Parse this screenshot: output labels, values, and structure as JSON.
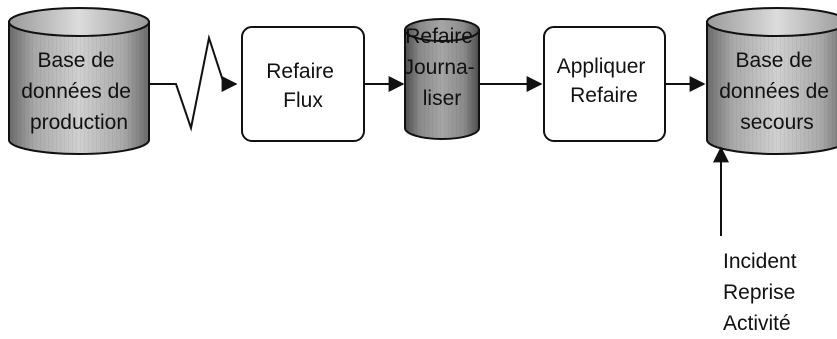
{
  "nodes": {
    "production_db": {
      "lines": [
        "Base de",
        "données de",
        "production"
      ]
    },
    "redo_stream": {
      "lines": [
        "Refaire",
        "Flux"
      ]
    },
    "redo_log": {
      "lines": [
        "Refaire",
        "Journa-",
        "liser"
      ]
    },
    "apply_redo": {
      "lines": [
        "Appliquer",
        "Refaire"
      ]
    },
    "standby_db": {
      "lines": [
        "Base de",
        "données de",
        "secours"
      ]
    }
  },
  "annotation": {
    "lines": [
      "Incident",
      "Reprise",
      "Activité"
    ]
  },
  "colors": {
    "cylinder_light": "#c8c8c8",
    "cylinder_dark": "#6e6e6e",
    "stroke": "#111111",
    "box_fill": "#ffffff"
  }
}
